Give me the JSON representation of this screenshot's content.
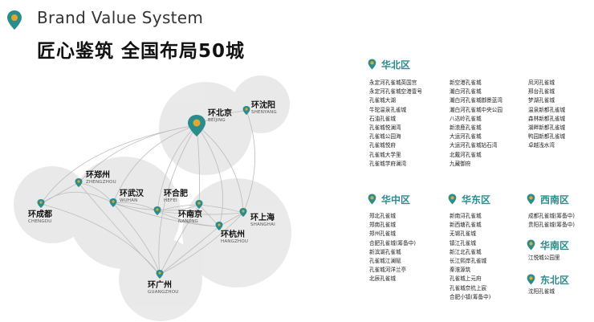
{
  "header": {
    "brand_title": "Brand Value System",
    "subtitle": "匠心鉴筑 全国布局50城"
  },
  "colors": {
    "accent": "#2a8c8c",
    "pin_gold": "#e0a82e",
    "circle_gray": "#e6e6e6",
    "route_gray": "#bcbcbc"
  },
  "cities": {
    "beijing": {
      "cn": "环北京",
      "en": "BEIJING"
    },
    "shenyang": {
      "cn": "环沈阳",
      "en": "SHENYANG"
    },
    "zhengzhou": {
      "cn": "环郑州",
      "en": "ZHENGZHOU"
    },
    "wuhan": {
      "cn": "环武汉",
      "en": "WUHAN"
    },
    "hefei": {
      "cn": "环合肥",
      "en": "HEFEI"
    },
    "chengdu": {
      "cn": "环成都",
      "en": "CHENGDU"
    },
    "nanjing": {
      "cn": "环南京",
      "en": "NANJING"
    },
    "shanghai": {
      "cn": "环上海",
      "en": "SHANGHAI"
    },
    "hangzhou": {
      "cn": "环杭州",
      "en": "HANGZHOU"
    },
    "guangzhou": {
      "cn": "环广州",
      "en": "GUANGZHOU"
    }
  },
  "regions": {
    "north": {
      "title": "华北区",
      "col1": [
        "永定河孔雀城英国宫",
        "永定河孔雀城空港壹号",
        "孔雀城大湖",
        "牛驼温泉孔雀城",
        "石油孔雀城",
        "孔雀城悦澜湾",
        "孔雀城公园海",
        "孔雀城悦府",
        "孔雀城大学里",
        "孔雀城学府澜湾"
      ],
      "col2": [
        "新空港孔雀城",
        "潮白河孔雀城",
        "潮白河孔雀城御景蓝湾",
        "潮白河孔雀城中央公园",
        "八达岭孔雀城",
        "新浪鹿孔雀城",
        "大运河孔雀城",
        "大运河孔雀城钻石湾",
        "北戴河孔雀城",
        "九藏御府"
      ],
      "col3": [
        "凤河孔雀城",
        "邢台孔雀城",
        "梦湖孔雀城",
        "温泉新都孔雀城",
        "森林新都孔雀城",
        "湖畔新都孔雀城",
        "鸭园新都孔雀城",
        "卓越浅水湾"
      ]
    },
    "central": {
      "title": "华中区",
      "items": [
        "郑北孔雀城",
        "郑南孔雀城",
        "郑州孔雀城",
        "合肥孔雀城(筹备中)",
        "新滨湖孔雀城",
        "孔雀城江澜赋",
        "孔雀城河洋兰亭",
        "北辰孔雀城"
      ]
    },
    "east": {
      "title": "华东区",
      "items": [
        "新南浔孔雀城",
        "新西塘孔雀城",
        "无锡孔雀城",
        "镇江孔雀城",
        "新江北孔雀城",
        "长江熙岸孔雀城",
        "秦淮源筑",
        "孔雀城上元府",
        "孔雀城奈杭上宸",
        "合肥小镇(筹备中)"
      ]
    },
    "southwest": {
      "title": "西南区",
      "items": [
        "成都孔雀城(筹备中)",
        "贵阳孔雀城(筹备中)"
      ]
    },
    "south": {
      "title": "华南区",
      "items": [
        "江悦城公园里"
      ]
    },
    "northeast": {
      "title": "东北区",
      "items": [
        "沈阳孔雀城"
      ]
    }
  }
}
